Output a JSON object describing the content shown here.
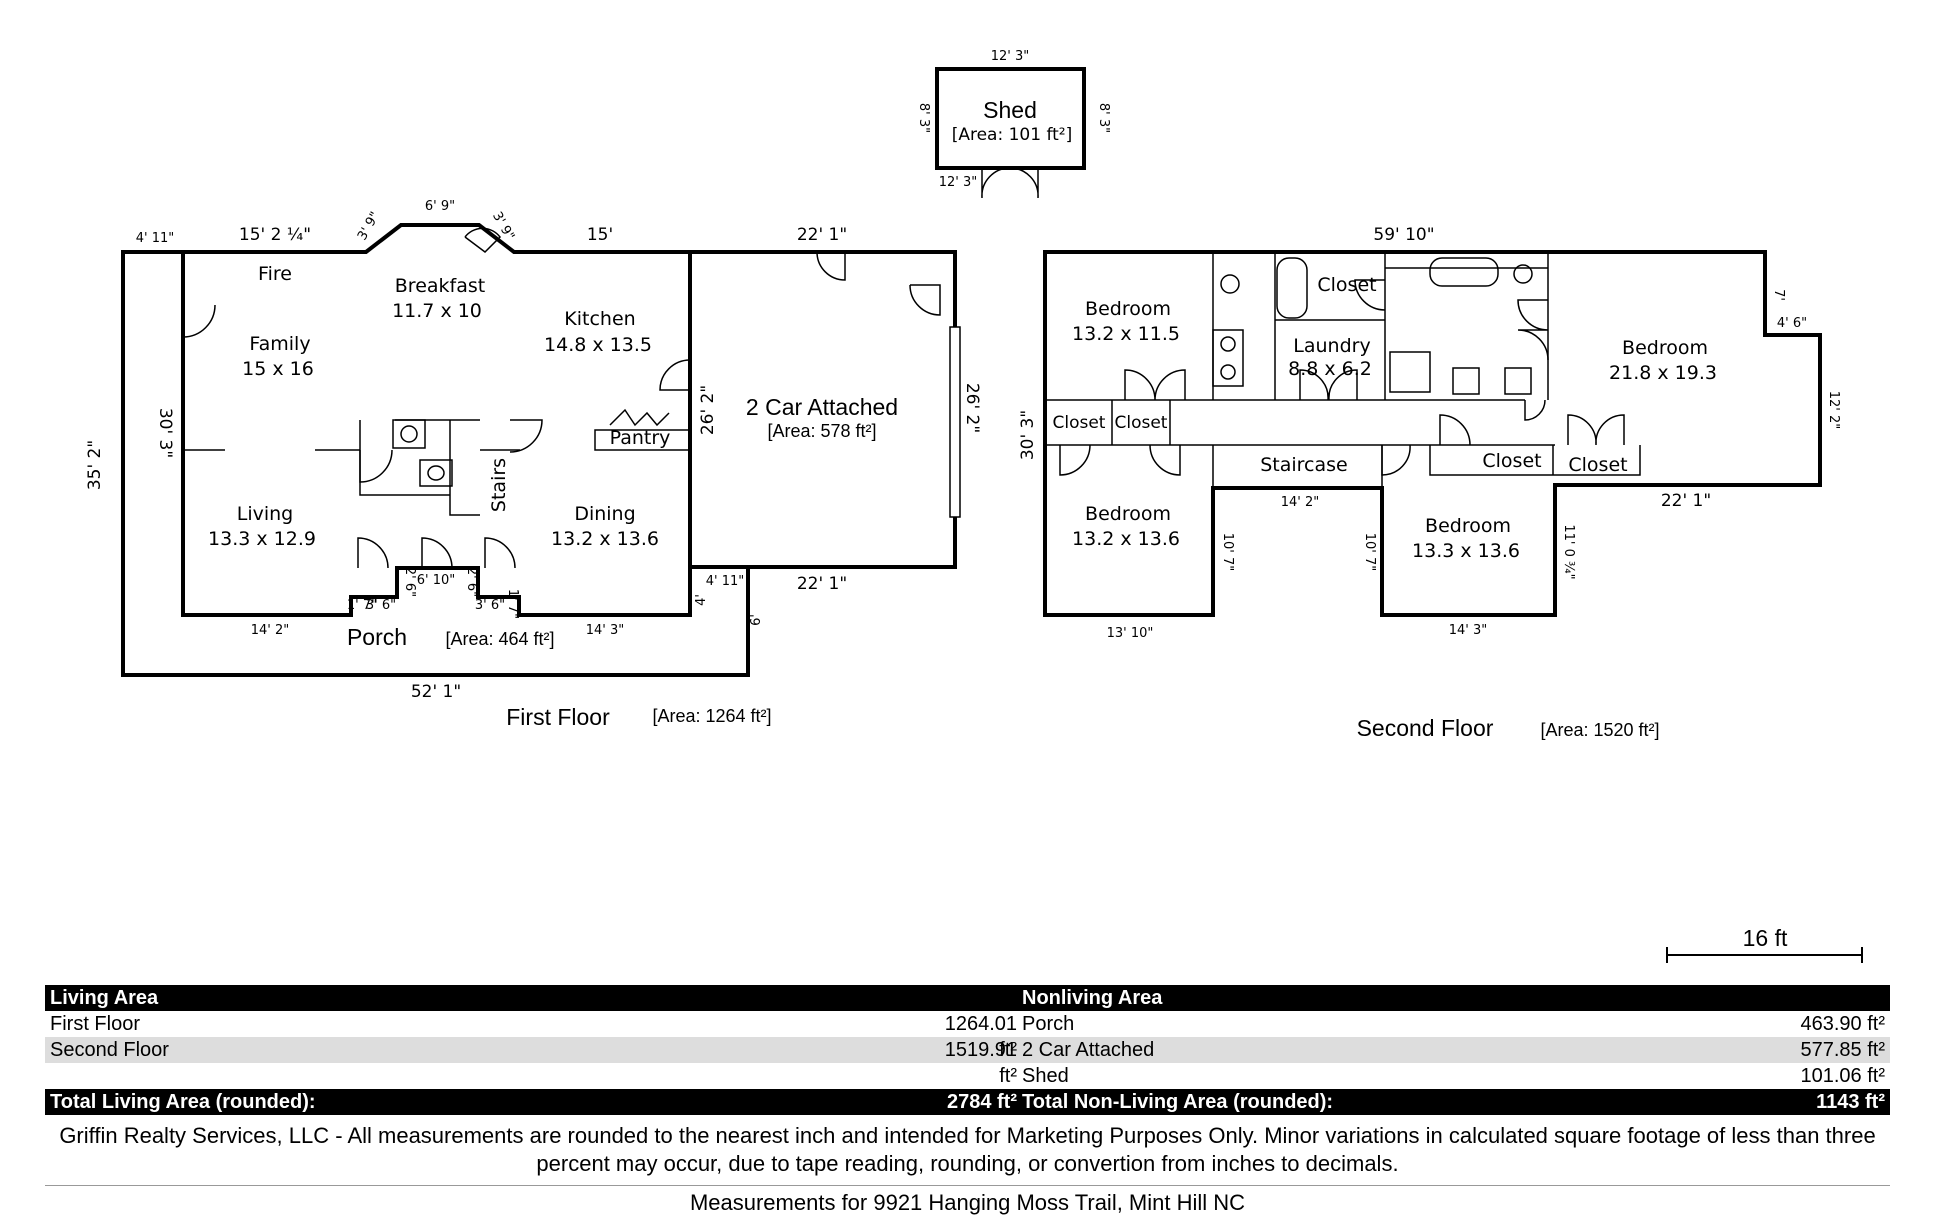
{
  "shed": {
    "label": "Shed",
    "area": "[Area: 101 ft²]",
    "dims": {
      "top": "12' 3\"",
      "bottom": "12' 3\"",
      "left": "8' 3\"",
      "right": "8' 3\""
    }
  },
  "first_floor": {
    "title": "First Floor",
    "area": "[Area: 1264 ft²]",
    "rooms": {
      "fire": "Fire",
      "family": {
        "name": "Family",
        "size": "15 x 16"
      },
      "breakfast": {
        "name": "Breakfast",
        "size": "11.7 x 10"
      },
      "kitchen": {
        "name": "Kitchen",
        "size": "14.8 x 13.5"
      },
      "living": {
        "name": "Living",
        "size": "13.3 x 12.9"
      },
      "dining": {
        "name": "Dining",
        "size": "13.2 x 13.6"
      },
      "pantry": "Pantry",
      "stairs": "Stairs",
      "garage": {
        "name": "2 Car Attached",
        "area": "[Area: 578 ft²]"
      },
      "porch": {
        "name": "Porch",
        "area": "[Area: 464 ft²]"
      }
    },
    "dims": {
      "d_4_11": "4' 11\"",
      "d_15_2": "15' 2 ¼\"",
      "d_3_9a": "3' 9\"",
      "d_6_9": "6' 9\"",
      "d_3_9b": "3' 9\"",
      "d_15": "15'",
      "d_22_1_top": "22' 1\"",
      "d_35_2": "35' 2\"",
      "d_30_3": "30' 3\"",
      "d_26_2_in": "26' 2\"",
      "d_26_2_out": "26' 2\"",
      "d_22_1_bottom": "22' 1\"",
      "d_4_11_b": "4' 11\"",
      "d_14_2": "14' 2\"",
      "d_14_3": "14' 3\"",
      "d_52_1": "52' 1\"",
      "d_6_10": "6' 10\"",
      "d_1_7a": "1' 7\"",
      "d_3_6a": "3' 6\"",
      "d_2_6a": "2' 6\"",
      "d_2_6b": "2' 6\"",
      "d_3_6b": "3' 6\"",
      "d_1_7b": "1' 7\"",
      "d_4": "4'",
      "d_6": "6'"
    }
  },
  "second_floor": {
    "title": "Second Floor",
    "area": "[Area: 1520 ft²]",
    "rooms": {
      "bedroom_nw": {
        "name": "Bedroom",
        "size": "13.2 x 11.5"
      },
      "bedroom_sw": {
        "name": "Bedroom",
        "size": "13.2 x 13.6"
      },
      "bedroom_s": {
        "name": "Bedroom",
        "size": "13.3 x 13.6"
      },
      "bedroom_e": {
        "name": "Bedroom",
        "size": "21.8 x 19.3"
      },
      "laundry": {
        "name": "Laundry",
        "size": "8.8 x 6.2"
      },
      "closet_top": "Closet",
      "closet_a": "Closet",
      "closet_b": "Closet",
      "closet_c": "Closet",
      "closet_d": "Closet",
      "staircase": "Staircase"
    },
    "dims": {
      "d_59_10": "59' 10\"",
      "d_30_3": "30' 3\"",
      "d_7": "7'",
      "d_4_6": "4' 6\"",
      "d_12_2": "12' 2\"",
      "d_22_1": "22' 1\"",
      "d_14_2": "14' 2\"",
      "d_10_7a": "10' 7\"",
      "d_10_7b": "10' 7\"",
      "d_11_0": "11' 0 ¾\"",
      "d_13_10": "13' 10\"",
      "d_14_3": "14' 3\""
    }
  },
  "scale": {
    "label": "16 ft"
  },
  "summary": {
    "living_header": "Living Area",
    "nonliving_header": "Nonliving Area",
    "rows": [
      {
        "l_label": "First Floor",
        "l_value": "1264.01 ft²",
        "r_label": "Porch",
        "r_value": "463.90 ft²"
      },
      {
        "l_label": "Second Floor",
        "l_value": "1519.91 ft²",
        "r_label": "2 Car Attached",
        "r_value": "577.85 ft²"
      },
      {
        "l_label": "",
        "l_value": "",
        "r_label": "Shed",
        "r_value": "101.06 ft²"
      }
    ],
    "total_living_label": "Total Living Area (rounded):",
    "total_living_value": "2784 ft²",
    "total_nonliving_label": "Total Non-Living Area (rounded):",
    "total_nonliving_value": "1143 ft²"
  },
  "disclaimer": "Griffin Realty Services, LLC - All measurements are rounded to the nearest inch and intended for Marketing Purposes Only.  Minor variations in calculated square footage of less than three percent may occur, due to tape reading, rounding, or convertion from inches to decimals.",
  "footer": "Measurements for 9921 Hanging Moss Trail, Mint Hill NC"
}
